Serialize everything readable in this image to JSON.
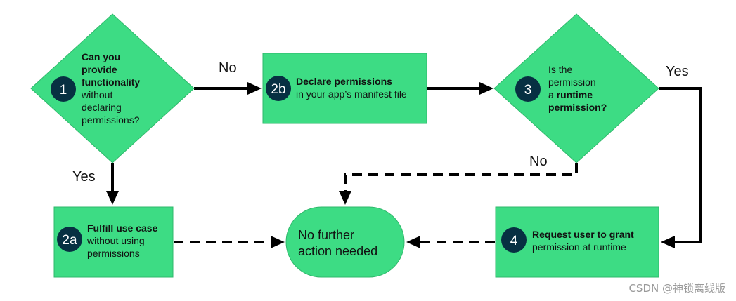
{
  "colors": {
    "node_fill": "#3ddc84",
    "node_stroke": "#2fb86b",
    "badge": "#073042",
    "line": "#000000"
  },
  "nodes": {
    "n1": {
      "badge": "1",
      "lines": [
        {
          "text": "Can you",
          "bold": true
        },
        {
          "text": "provide",
          "bold": true
        },
        {
          "text": "functionality",
          "bold": true
        },
        {
          "text": "without",
          "bold": false
        },
        {
          "text": "declaring",
          "bold": false
        },
        {
          "text": "permissions?",
          "bold": false
        }
      ]
    },
    "n2b": {
      "badge": "2b",
      "lines": [
        {
          "text": "Declare permissions",
          "bold": true
        },
        {
          "text": "in your app’s manifest file",
          "bold": false
        }
      ]
    },
    "n3": {
      "badge": "3",
      "line1": "Is the",
      "line2": "permission",
      "line3_prefix": "a ",
      "line3_bold": "runtime",
      "line4": "permission?"
    },
    "n2a": {
      "badge": "2a",
      "lines": [
        {
          "text": "Fulfill use case",
          "bold": true
        },
        {
          "text": "without using",
          "bold": false
        },
        {
          "text": "permissions",
          "bold": false
        }
      ]
    },
    "n4": {
      "badge": "4",
      "lines": [
        {
          "text": "Request user to grant",
          "bold": true
        },
        {
          "text": "permission at runtime",
          "bold": false
        }
      ]
    },
    "terminal": {
      "lines": [
        "No further",
        "action needed"
      ]
    }
  },
  "edge_labels": {
    "n1_no": "No",
    "n1_yes": "Yes",
    "n3_yes": "Yes",
    "n3_no": "No"
  },
  "watermark": "CSDN @神锁离线版"
}
